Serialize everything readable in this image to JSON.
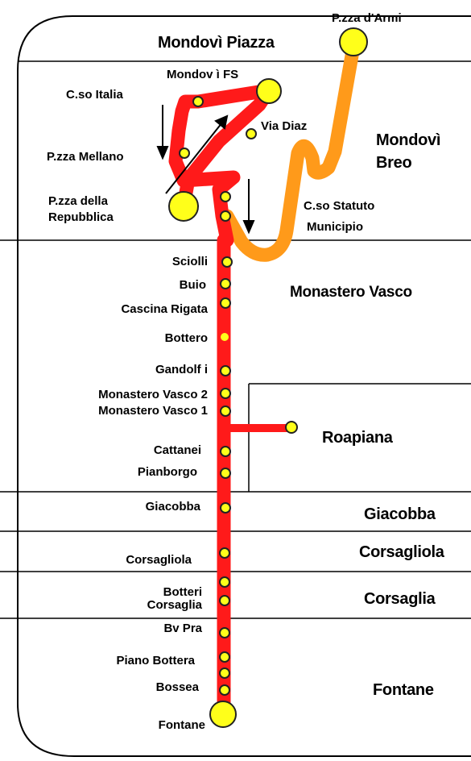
{
  "zones": {
    "mondovi_piazza": "Mondovì Piazza",
    "mondovi_breo": "Mondovì\nBreo",
    "monastero_vasco": "Monastero Vasco",
    "roapiana": "Roapiana",
    "giacobba": "Giacobba",
    "corsagliola": "Corsagliola",
    "corsaglia": "Corsaglia",
    "fontane": "Fontane"
  },
  "stops": {
    "pzza_armi": "P.zza d'Armi",
    "mondovi_fs": "Mondov ì FS",
    "cso_italia": "C.so Italia",
    "via_diaz": "Via Diaz",
    "pzza_mellano": "P.zza Mellano",
    "pzza_repubblica": "P.zza della\nRepubblica",
    "cso_statuto": "C.so Statuto",
    "municipio": "Municipio",
    "sciolli": "Sciolli",
    "buio": "Buio",
    "cascina_rigata": "Cascina Rigata",
    "bottero": "Bottero",
    "gandolfi": "Gandolf i",
    "monastero_vasco_2": "Monastero Vasco 2",
    "monastero_vasco_1": "Monastero Vasco 1",
    "cattanei": "Cattanei",
    "pianborgo": "Pianborgo",
    "giacobba": "Giacobba",
    "corsagliola": "Corsagliola",
    "botteri_corsaglia": "Botteri\nCorsaglia",
    "bv_pra": "Bv Pra",
    "piano_bottera": "Piano Bottera",
    "bossea": "Bossea",
    "fontane": "Fontane"
  },
  "colors": {
    "main_line": "#ff1a1a",
    "orange_line": "#ff9a1a",
    "stop_fill": "#ffff1a",
    "stop_stroke": "#222222"
  }
}
